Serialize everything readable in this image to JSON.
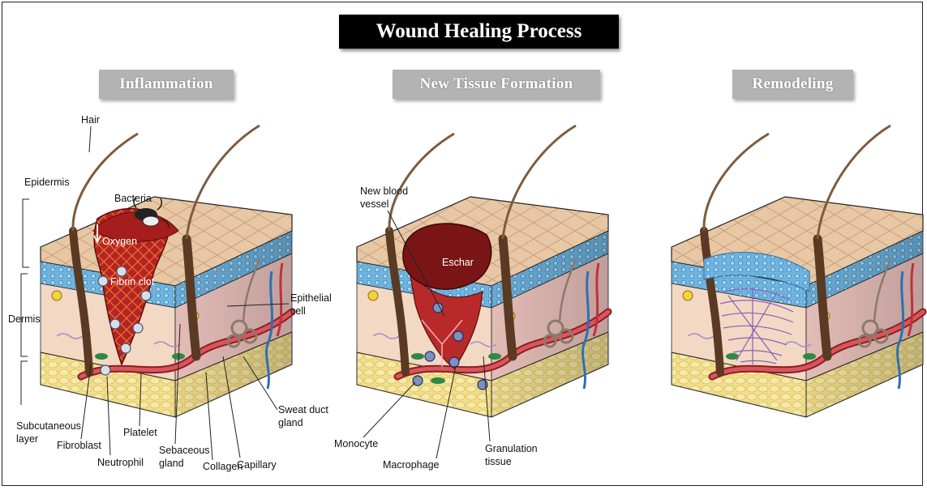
{
  "title": "Wound Healing Process",
  "stages": {
    "inflammation": "Inflammation",
    "new_tissue": "New Tissue Formation",
    "remodeling": "Remodeling"
  },
  "labels": {
    "hair": "Hair",
    "epidermis": "Epidermis",
    "dermis": "Dermis",
    "subcutaneous_1": "Subcutaneous",
    "subcutaneous_2": "layer",
    "bacteria": "Bacteria",
    "oxygen": "Oxygen",
    "fibrin_clot": "Fibrin clot",
    "epithelial_1": "Epithelial",
    "epithelial_2": "cell",
    "fibroblast": "Fibroblast",
    "neutrophil": "Neutrophil",
    "platelet": "Platelet",
    "sebaceous_1": "Sebaceous",
    "sebaceous_2": "gland",
    "collagen": "Collagen",
    "capillary": "Capillary",
    "sweat_1": "Sweat duct",
    "sweat_2": "gland",
    "new_vessel_1": "New blood",
    "new_vessel_2": "vessel",
    "eschar": "Eschar",
    "monocyte": "Monocyte",
    "macrophage": "Macrophage",
    "granulation_1": "Granulation",
    "granulation_2": "tissue"
  },
  "colors": {
    "skin_top": "#e8c9a8",
    "epidermis_blue": "#5aa9d8",
    "dermis": "#f1d3c6",
    "fat": "#f0dc86",
    "wound": "#b32020",
    "eschar": "#7a1515",
    "hair": "#5a3a22",
    "scar": "#9a6fc0"
  }
}
